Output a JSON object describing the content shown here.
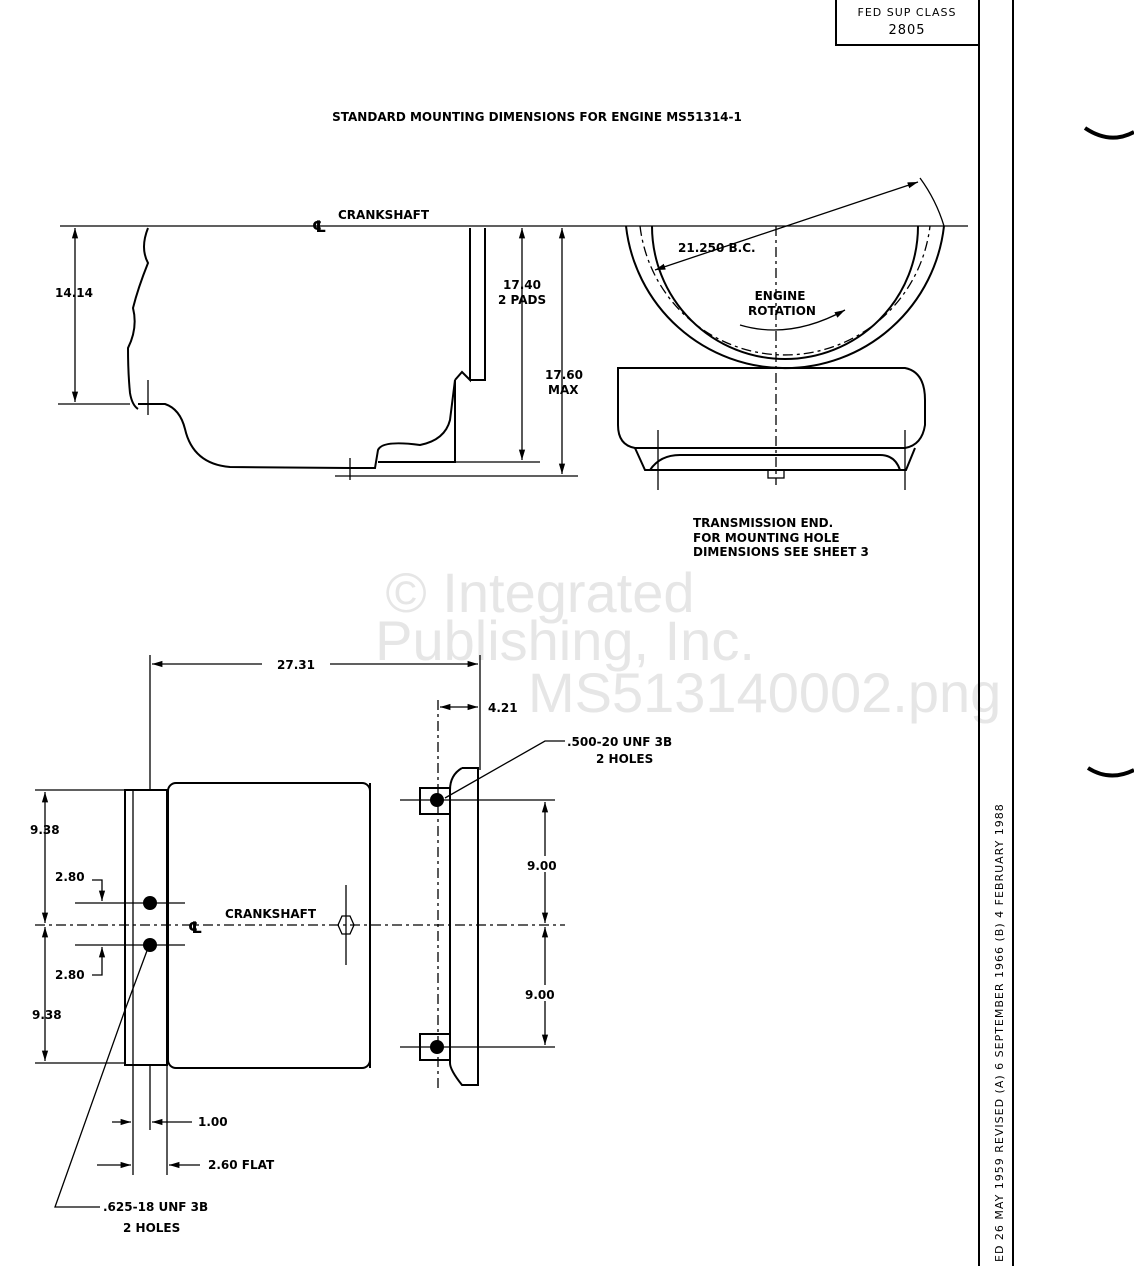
{
  "title_block": {
    "line1": "FED SUP CLASS",
    "line2": "2805"
  },
  "title": "STANDARD MOUNTING DIMENSIONS FOR ENGINE MS51314-1",
  "side_view": {
    "crankshaft_label": "CRANKSHAFT",
    "centerline_symbol": "℄",
    "dim_height": "14.14",
    "dim_pads_value": "17.40",
    "dim_pads_note": "2 PADS",
    "dim_max_value": "17.60",
    "dim_max_note": "MAX"
  },
  "end_view": {
    "bolt_circle": "21.250 B.C.",
    "rotation_line1": "ENGINE",
    "rotation_line2": "ROTATION",
    "note_line1": "TRANSMISSION END.",
    "note_line2": "FOR MOUNTING HOLE",
    "note_line3": "DIMENSIONS SEE SHEET 3"
  },
  "plan_view": {
    "dim_length": "27.31",
    "dim_offset": "4.21",
    "hole_spec_right_line1": ".500-20 UNF 3B",
    "hole_spec_right_line2": "2 HOLES",
    "crankshaft_label": "CRANKSHAFT",
    "centerline_symbol": "℄",
    "dim_left_upper": "9.38",
    "dim_left_lower": "9.38",
    "dim_hole_upper": "2.80",
    "dim_hole_lower": "2.80",
    "dim_right_upper": "9.00",
    "dim_right_lower": "9.00",
    "dim_flange": "1.00",
    "dim_flat": "2.60 FLAT",
    "hole_spec_left_line1": ".625-18 UNF 3B",
    "hole_spec_left_line2": "2 HOLES"
  },
  "revision_strip": "ED 26 MAY 1959   REVISED (A) 6 SEPTEMBER 1966   (B) 4 FEBRUARY 1988",
  "watermark": {
    "line1": "© Integrated",
    "line2": "Publishing, Inc.",
    "line3": "MS513140002.png"
  }
}
